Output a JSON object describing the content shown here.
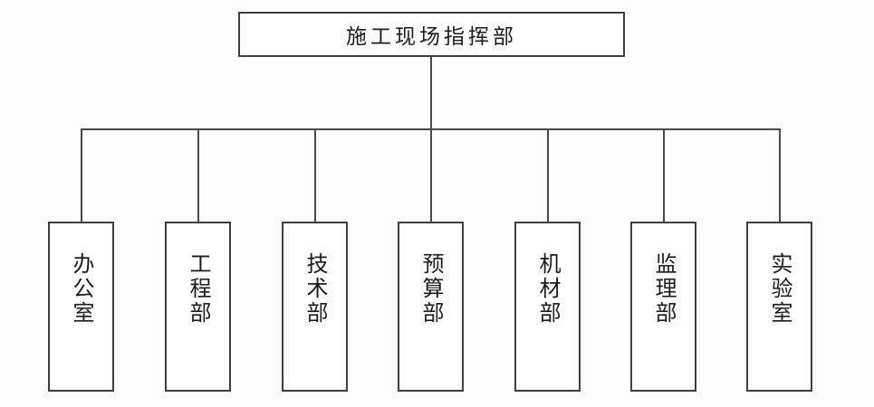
{
  "diagram": {
    "type": "organization-chart",
    "orientation": "top-down",
    "line_color": "#4a4a4a",
    "box_border_color": "#3f3f3f",
    "background_color": "#fdfdfd",
    "text_color": "#1d1d1d",
    "root": {
      "label": "施工现场指挥部",
      "text_direction": "horizontal"
    },
    "children": [
      {
        "label": "办公室",
        "text_direction": "vertical"
      },
      {
        "label": "工程部",
        "text_direction": "vertical"
      },
      {
        "label": "技术部",
        "text_direction": "vertical"
      },
      {
        "label": "预算部",
        "text_direction": "vertical"
      },
      {
        "label": "机材部",
        "text_direction": "vertical"
      },
      {
        "label": "监理部",
        "text_direction": "vertical"
      },
      {
        "label": "实验室",
        "text_direction": "vertical"
      }
    ]
  }
}
